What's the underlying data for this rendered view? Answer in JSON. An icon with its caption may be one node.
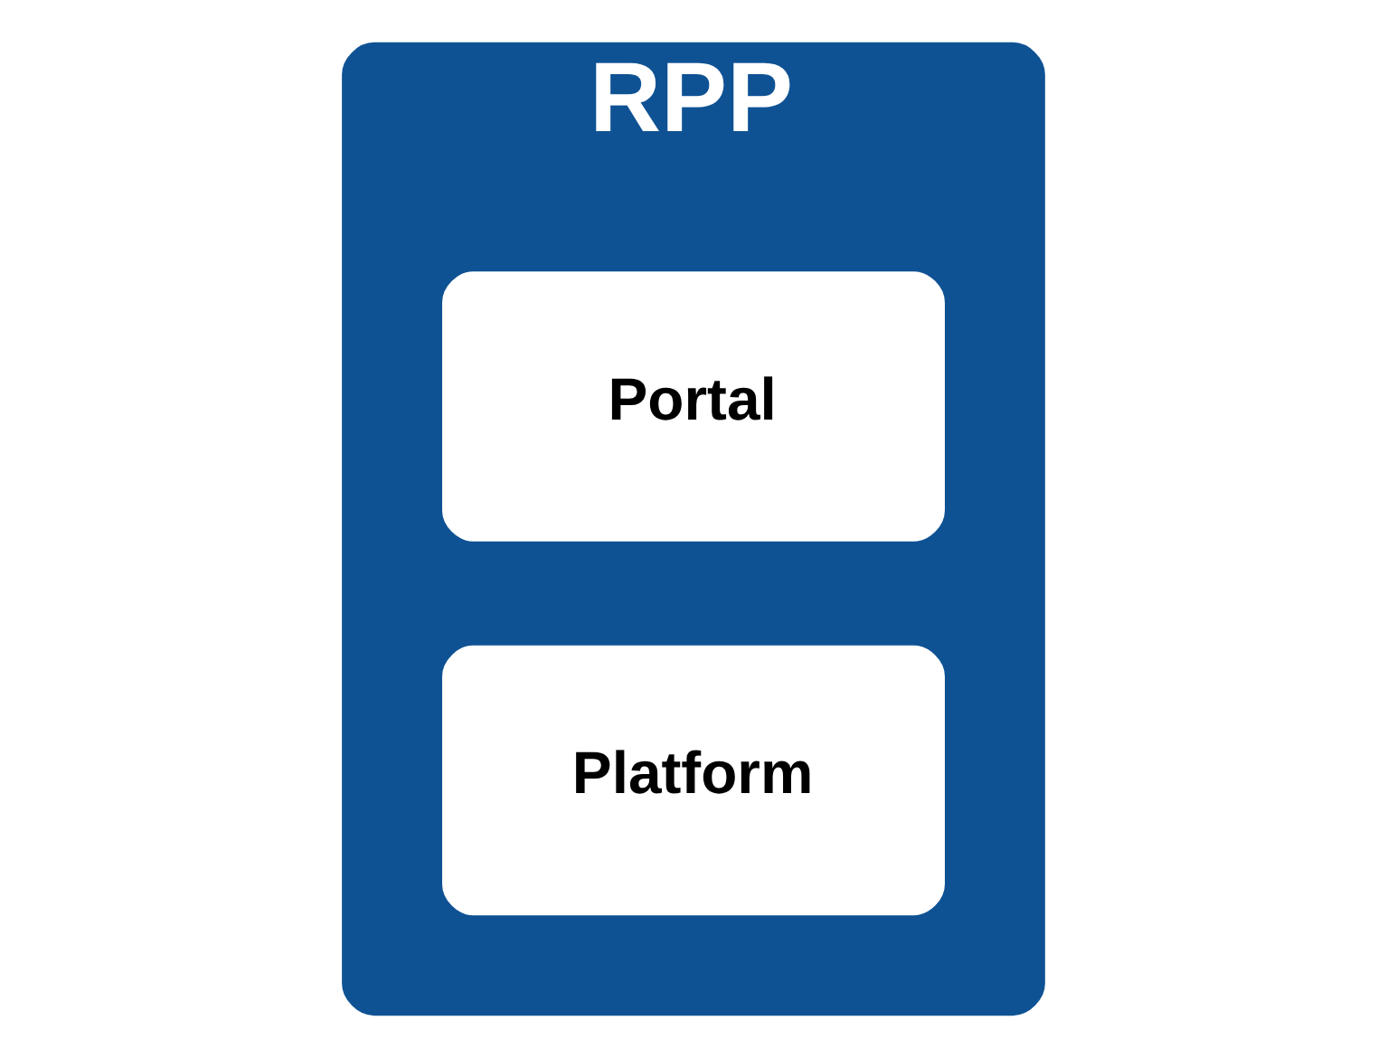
{
  "diagram": {
    "nodes": [
      {
        "text": [
          "RPP"
        ]
      },
      {
        "text": [
          "Portal"
        ],
        "in": 0
      },
      {
        "text": [
          "Platform"
        ],
        "in": 0
      }
    ]
  }
}
